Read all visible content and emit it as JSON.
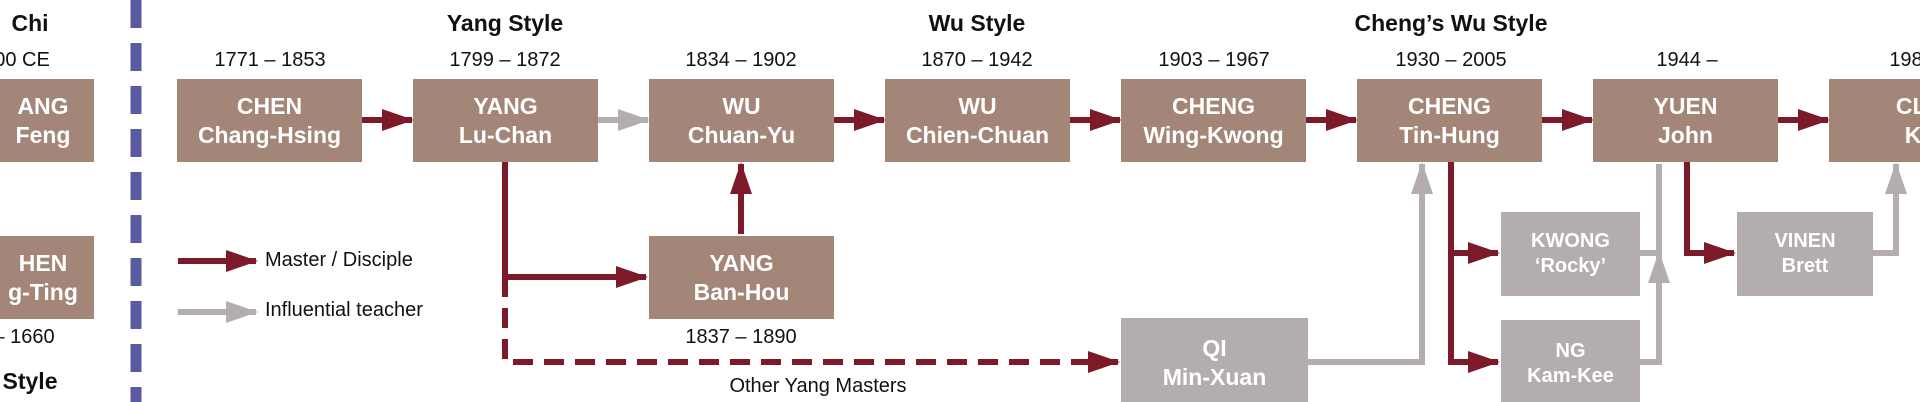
{
  "colors": {
    "master_box": "#a48678",
    "influential_box": "#b3aead",
    "master_arrow": "#7d1a2a",
    "influential_arrow": "#b3aead",
    "divider": "#5a5aa0"
  },
  "styles": {
    "tai_chi_partial": "Chi",
    "tai_chi_style_partial": "Style",
    "yang": "Yang Style",
    "wu": "Wu Style",
    "chengs_wu": "Cheng’s Wu Style"
  },
  "dates": {
    "zhang_partial": "00 CE",
    "chen_chang_hsing": "1771 – 1853",
    "yang_lu_chan": "1799 – 1872",
    "wu_chuan_yu": "1834 – 1902",
    "wu_chien_chuan": "1870 – 1942",
    "cheng_wing_kwong": "1903 – 1967",
    "cheng_tin_hung": "1930 – 2005",
    "yuen_john": "1944 –",
    "clark_partial": "198",
    "chen_wang_ting_partial": "– 1660",
    "yang_ban_hou": "1837 – 1890"
  },
  "masters": {
    "zhang": {
      "line1": "ANG",
      "line2": "Feng"
    },
    "chen_wang_ting": {
      "line1": "HEN",
      "line2": "g-Ting"
    },
    "chen_chang_hsing": {
      "line1": "CHEN",
      "line2": "Chang-Hsing"
    },
    "yang_lu_chan": {
      "line1": "YANG",
      "line2": "Lu-Chan"
    },
    "wu_chuan_yu": {
      "line1": "WU",
      "line2": "Chuan-Yu"
    },
    "wu_chien_chuan": {
      "line1": "WU",
      "line2": "Chien-Chuan"
    },
    "cheng_wing_kwong": {
      "line1": "CHENG",
      "line2": "Wing-Kwong"
    },
    "cheng_tin_hung": {
      "line1": "CHENG",
      "line2": "Tin-Hung"
    },
    "yuen_john": {
      "line1": "YUEN",
      "line2": "John"
    },
    "clark_partial": {
      "line1": "CLA",
      "line2": "Ka"
    },
    "yang_ban_hou": {
      "line1": "YANG",
      "line2": "Ban-Hou"
    }
  },
  "influential": {
    "qi_min_xuan": {
      "line1": "QI",
      "line2": "Min-Xuan"
    },
    "kwong_rocky": {
      "line1": "KWONG",
      "line2": "‘Rocky’"
    },
    "ng_kam_kee": {
      "line1": "NG",
      "line2": "Kam-Kee"
    },
    "vinen_brett": {
      "line1": "VINEN",
      "line2": "Brett"
    }
  },
  "legend": {
    "master_disciple": "Master / Disciple",
    "influential_teacher": "Influential teacher"
  },
  "notes": {
    "other_yang_masters": "Other Yang Masters"
  }
}
